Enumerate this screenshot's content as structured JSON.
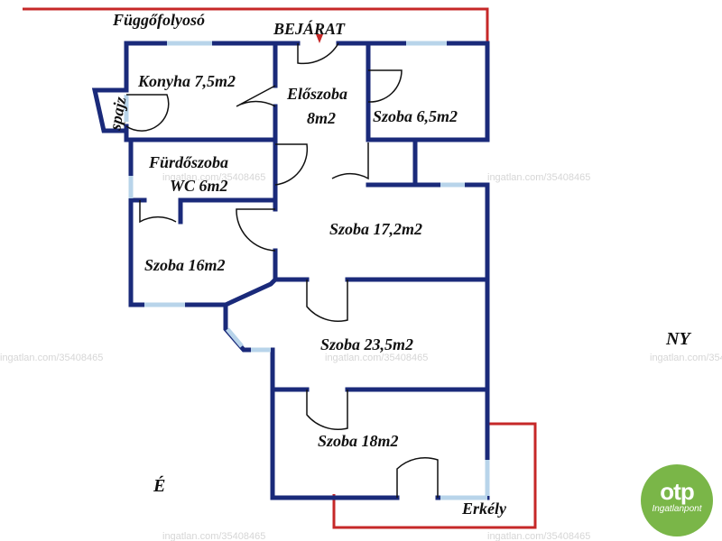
{
  "labels": {
    "corridor": "Függőfolyosó",
    "entrance": "BEJÁRAT",
    "pantry": "spajz",
    "balcony": "Erkély",
    "west": "NY",
    "north": "É"
  },
  "rooms": {
    "kitchen": "Konyha 7,5m2",
    "hall_name": "Előszoba",
    "hall_area": "8m2",
    "room_small": "Szoba 6,5m2",
    "bath_name": "Fürdőszoba",
    "bath_area": "WC 6m2",
    "room_17": "Szoba 17,2m2",
    "room_16": "Szoba 16m2",
    "room_23": "Szoba 23,5m2",
    "room_18": "Szoba 18m2"
  },
  "watermark": "ingatlan.com/35408465",
  "logo": {
    "brand": "otp",
    "sub": "Ingatlanpont"
  },
  "colors": {
    "wall": "#1a2a7a",
    "window": "#b8d4ea",
    "red_line": "#c62828",
    "logo": "#7ab648"
  }
}
